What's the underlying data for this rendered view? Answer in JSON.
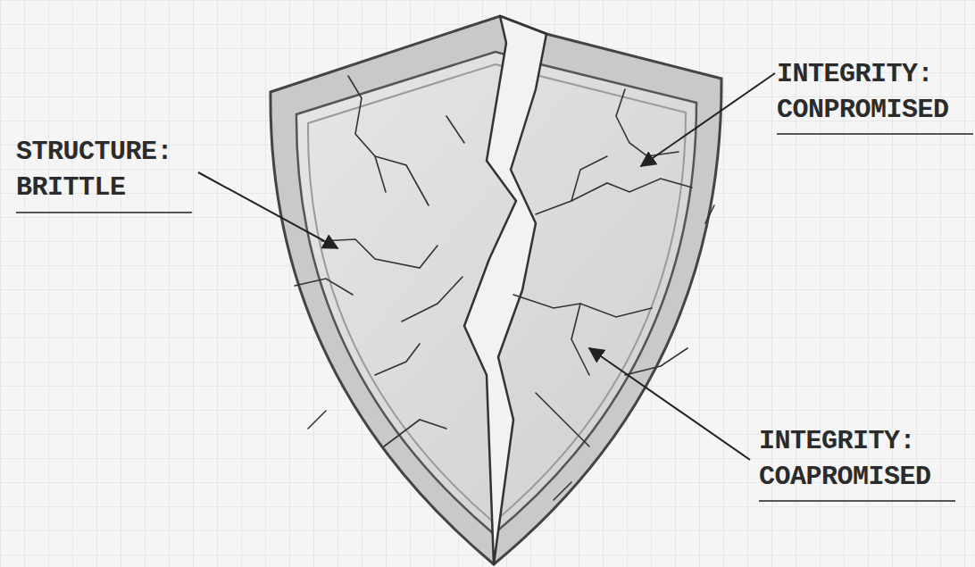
{
  "diagram": {
    "labels": [
      "STRUCTURE: BRITTLE",
      "INTEGRITY: CONPROMISED",
      "INTEGRITY: COAPROMISED"
    ]
  }
}
